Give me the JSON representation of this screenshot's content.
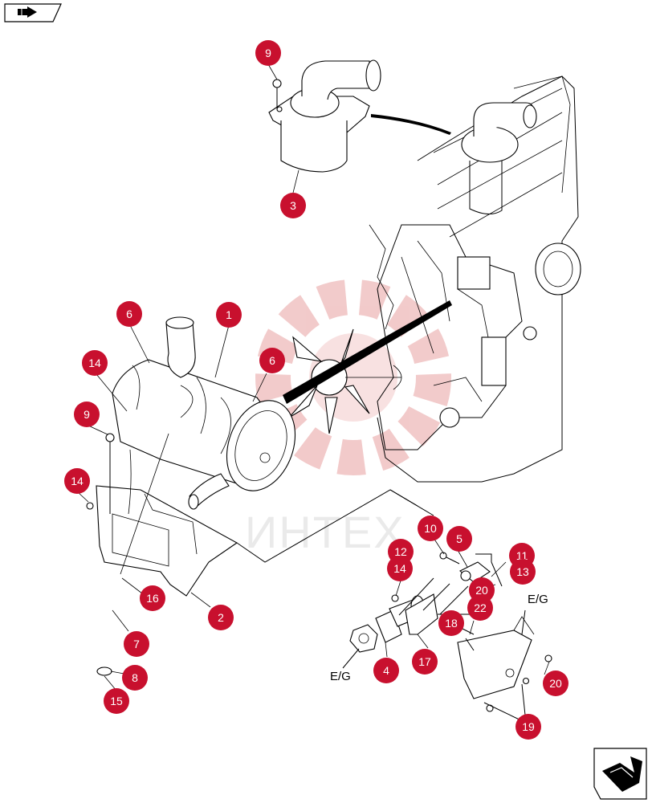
{
  "diagram": {
    "callouts": [
      "9",
      "3",
      "1",
      "6",
      "6",
      "14",
      "9",
      "14",
      "2",
      "16",
      "7",
      "8",
      "15",
      "10",
      "5",
      "11",
      "12",
      "14",
      "13",
      "20",
      "22",
      "18",
      "17",
      "4",
      "20",
      "19"
    ],
    "labels": [
      "E/G",
      "E/G"
    ],
    "watermark": "ИНТЕХ",
    "colors": {
      "callout": "#c8102e",
      "watermark": "#e8a0a0",
      "ink": "#000000"
    }
  },
  "nav": {
    "prev_icon": "arrow-right-icon",
    "next_icon": "return-arrow-icon"
  }
}
